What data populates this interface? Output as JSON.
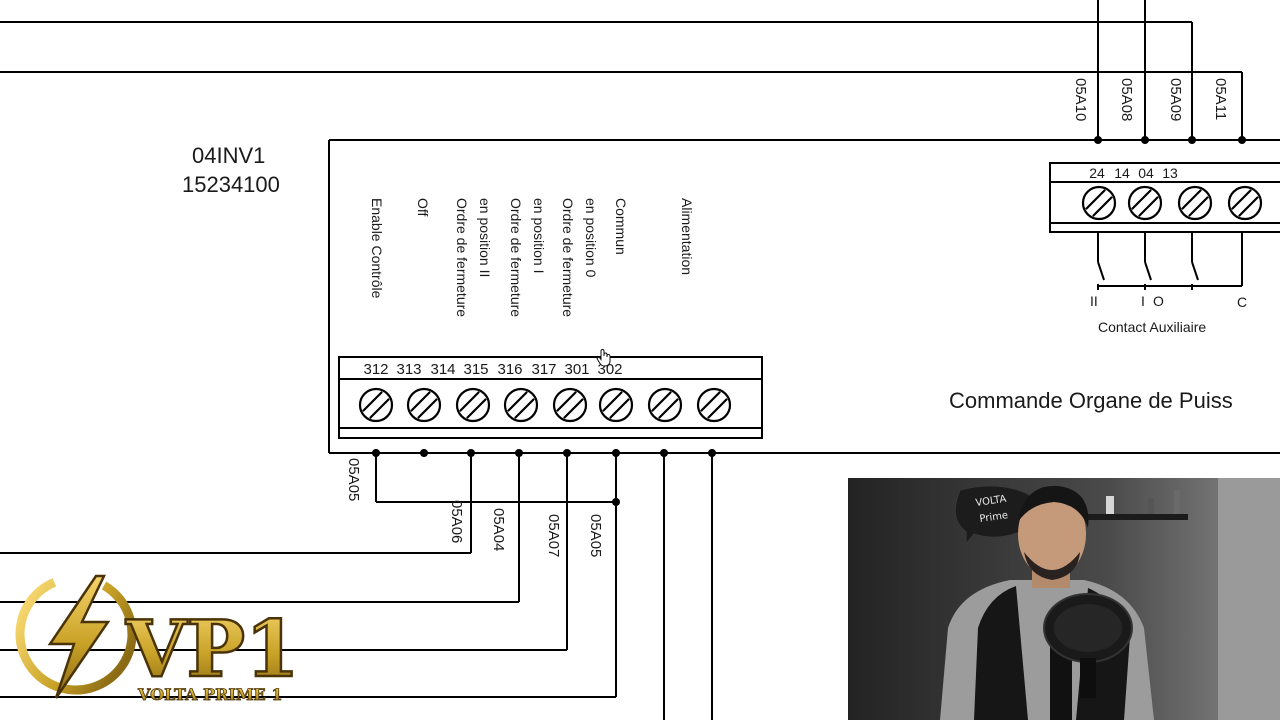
{
  "device": {
    "name": "04INV1",
    "code": "15234100",
    "title": "Commande Organe de Puiss"
  },
  "terminal_block": {
    "numbers": [
      "312",
      "313",
      "314",
      "315",
      "316",
      "317",
      "301",
      "302"
    ],
    "functions": [
      [
        "Enable Contrôle"
      ],
      [
        "Off"
      ],
      [
        "Ordre de fermeture",
        "en position II"
      ],
      [
        "Ordre de fermeture",
        "en position I"
      ],
      [
        "Ordre de fermeture",
        "en position 0"
      ],
      [
        "Commun"
      ],
      [
        "Alimentation"
      ]
    ]
  },
  "aux_contact": {
    "numbers": [
      "24",
      "14",
      "04",
      "13"
    ],
    "wires": [
      "05A10",
      "05A08",
      "05A09",
      "05A11"
    ],
    "positions": [
      "II",
      "I",
      "O",
      "C"
    ],
    "label": "Contact Auxiliaire"
  },
  "bottom_wires": [
    "05A05",
    "05A06",
    "05A04",
    "05A07",
    "05A05"
  ],
  "logo": {
    "mark": "VP1",
    "tagline": "VOLTA PRIME 1",
    "colors": {
      "gold": "#c9a227",
      "gold_light": "#f3d36a",
      "dark": "#4a3308"
    }
  },
  "webcam": {
    "sign_text": [
      "VOLTA",
      "Prime"
    ]
  }
}
